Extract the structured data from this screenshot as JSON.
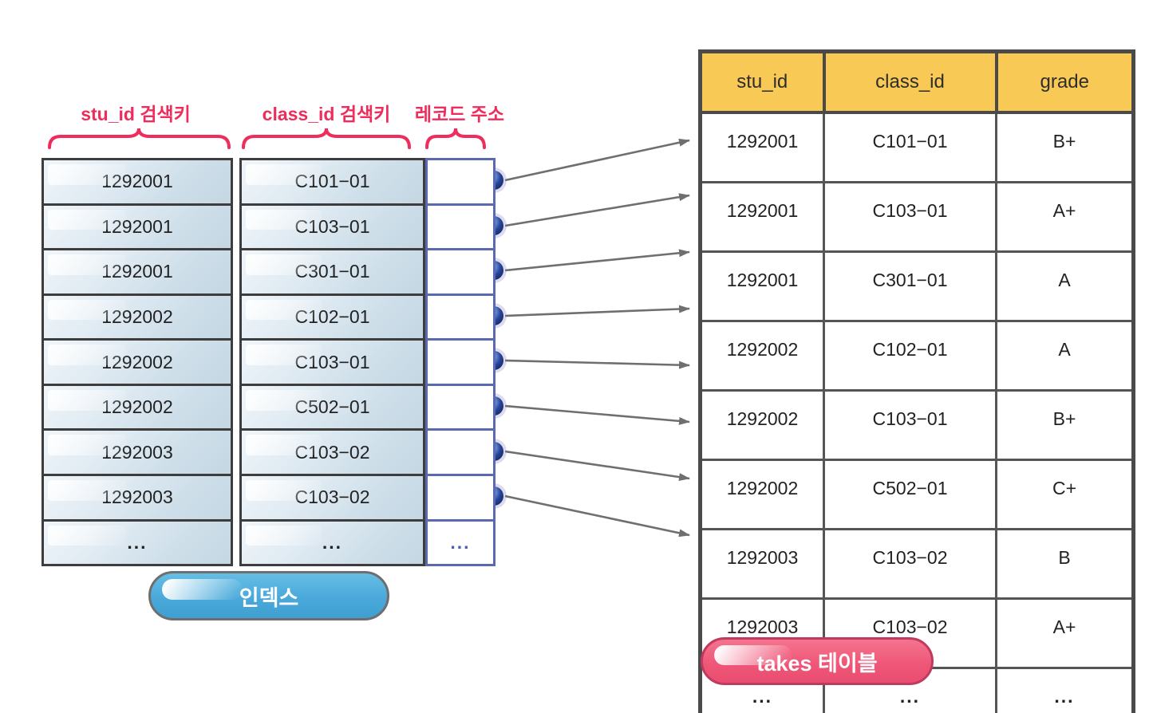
{
  "index_panel": {
    "column_labels": [
      {
        "label": "stu_id 검색키"
      },
      {
        "label": "class_id 검색키"
      },
      {
        "label": "레코드 주소"
      }
    ],
    "rows": [
      {
        "stu_id": "1292001",
        "class_id": "C101−01",
        "addr": ""
      },
      {
        "stu_id": "1292001",
        "class_id": "C103−01",
        "addr": ""
      },
      {
        "stu_id": "1292001",
        "class_id": "C301−01",
        "addr": ""
      },
      {
        "stu_id": "1292002",
        "class_id": "C102−01",
        "addr": ""
      },
      {
        "stu_id": "1292002",
        "class_id": "C103−01",
        "addr": ""
      },
      {
        "stu_id": "1292002",
        "class_id": "C502−01",
        "addr": ""
      },
      {
        "stu_id": "1292003",
        "class_id": "C103−02",
        "addr": ""
      },
      {
        "stu_id": "1292003",
        "class_id": "C103−02",
        "addr": ""
      },
      {
        "stu_id": "...",
        "class_id": "...",
        "addr": "..."
      }
    ],
    "caption": "인덱스"
  },
  "takes_table": {
    "headers": [
      "stu_id",
      "class_id",
      "grade"
    ],
    "rows": [
      [
        "1292001",
        "C101−01",
        "B+"
      ],
      [
        "1292001",
        "C103−01",
        "A+"
      ],
      [
        "1292001",
        "C301−01",
        "A"
      ],
      [
        "1292002",
        "C102−01",
        "A"
      ],
      [
        "1292002",
        "C103−01",
        "B+"
      ],
      [
        "1292002",
        "C502−01",
        "C+"
      ],
      [
        "1292003",
        "C103−02",
        "B"
      ],
      [
        "1292003",
        "C103−02",
        "A+"
      ],
      [
        "...",
        "...",
        "..."
      ]
    ],
    "caption": "takes 테이블"
  },
  "colors": {
    "accent_pink": "#ee2d5d",
    "index_cell_border": "#3d3d3d",
    "record_column_border": "#5a6ab1",
    "record_dot_blue": "#1c3a8e",
    "arrow_gray": "#6f6f6f",
    "header_yellow": "#f8c955",
    "takes_border_gray": "#4a4a4a",
    "pill_blue": "#4aa9da",
    "pill_pink": "#ef5577"
  }
}
